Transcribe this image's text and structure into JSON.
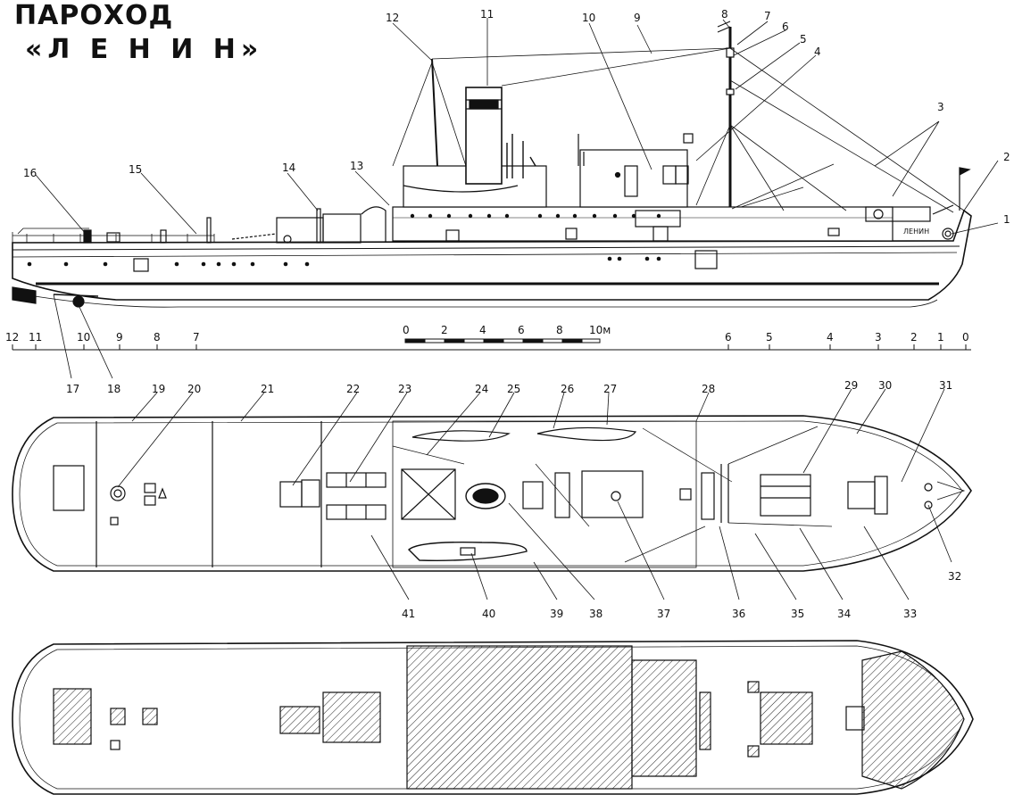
{
  "title": {
    "line1": "ПАРОХОД",
    "line2": "«Л Е Н И Н»"
  },
  "hull_name": "ЛЕНИН",
  "side_view_callouts": [
    "1",
    "2",
    "3",
    "4",
    "5",
    "6",
    "7",
    "8",
    "9",
    "10",
    "11",
    "12",
    "13",
    "14",
    "15",
    "16",
    "17",
    "18"
  ],
  "deck_plan_callouts": [
    "19",
    "20",
    "21",
    "22",
    "23",
    "24",
    "25",
    "26",
    "27",
    "28",
    "29",
    "30",
    "31",
    "32",
    "33",
    "34",
    "35",
    "36",
    "37",
    "38",
    "39",
    "40",
    "41"
  ],
  "frame_scale": {
    "labels": [
      "12",
      "11",
      "10",
      "9",
      "8",
      "7",
      "6",
      "5",
      "4",
      "3",
      "2",
      "1",
      "0"
    ]
  },
  "metric_scale": {
    "labels": [
      "0",
      "2",
      "4",
      "6",
      "8",
      "10м"
    ]
  }
}
